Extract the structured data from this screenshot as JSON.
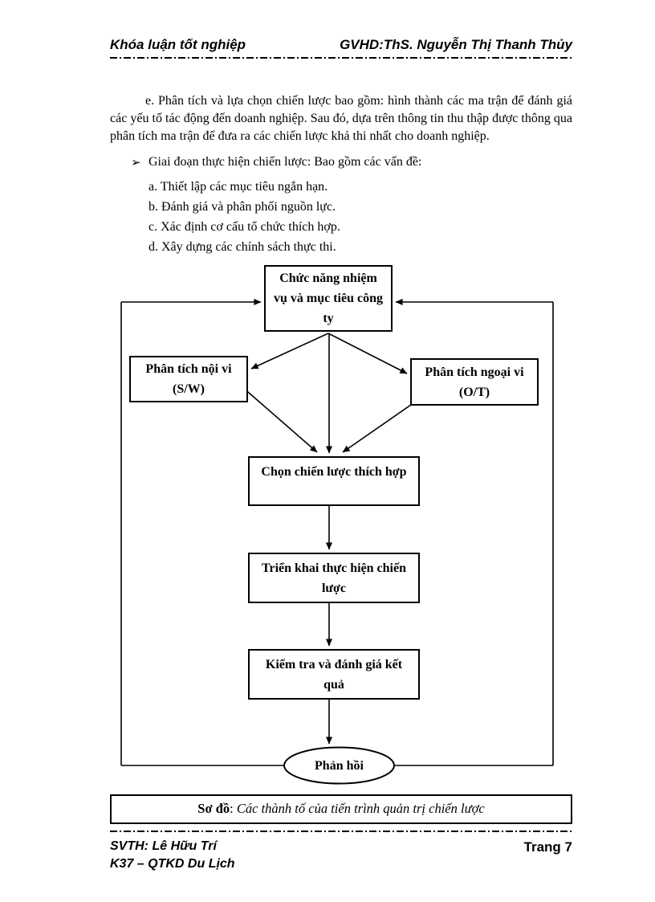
{
  "header": {
    "left": "Khóa luận tốt nghiệp",
    "right": "GVHD:ThS. Nguyễn Thị Thanh Thủy"
  },
  "paragraph": "e. Phân tích và lựa chọn chiến lược bao gồm: hình thành các ma trận để đánh giá các yếu tố tác động đến doanh nghiệp. Sau đó, dựa trên thông tin thu thập được thông qua phân tích ma trận để đưa ra các chiến lược khả thi nhất cho doanh nghiệp.",
  "bullet": {
    "marker": "➢",
    "text": "Giai đoạn thực hiện chiến lược: Bao gồm các vấn đề:"
  },
  "list": {
    "item_a": "a. Thiết lập các mục tiêu ngắn hạn.",
    "item_b": "b. Đánh giá và phân phối nguồn lực.",
    "item_c": "c. Xác định cơ cấu tổ chức thích hợp.",
    "item_d": "d. Xây dựng các chính sách thực thi."
  },
  "flowchart": {
    "top_box": "Chức năng nhiệm\nvụ và mục tiêu công\nty",
    "left_box": "Phân tích nội vi\n(S/W)",
    "right_box": "Phân tích ngoại vi\n(O/T)",
    "choose_box": "Chọn chiến lược thích hợp",
    "implement_box": "Triển khai thực hiện chiến\nlược",
    "check_box": "Kiểm tra và đánh giá kết\nquả",
    "feedback_ellipse": "Phản hồi"
  },
  "caption": {
    "bold": "Sơ đồ",
    "separator": ": ",
    "italic": "Các thành tố của tiến trình quản trị chiến lược"
  },
  "footer": {
    "line1": "SVTH: Lê Hữu Trí",
    "line2": "K37 – QTKD Du Lịch",
    "page": "Trang 7"
  },
  "colors": {
    "text": "#000000",
    "background": "#ffffff",
    "line": "#000000"
  }
}
